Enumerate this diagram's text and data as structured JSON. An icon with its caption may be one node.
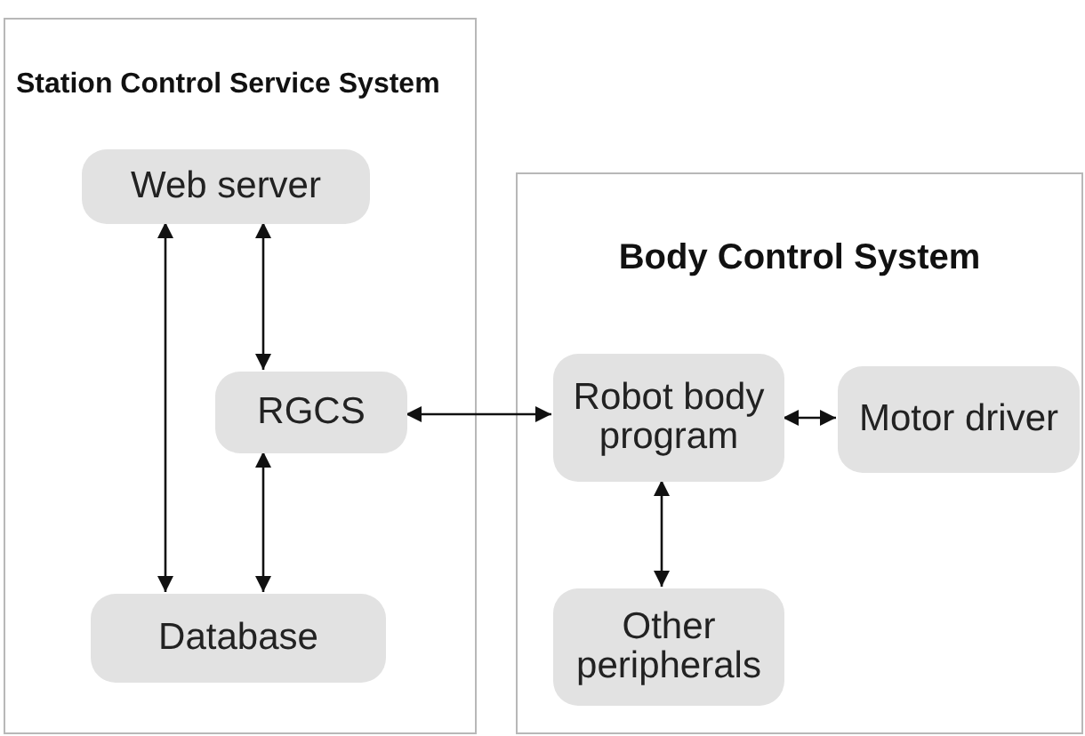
{
  "diagram": {
    "nodes": [
      {
        "text": [
          "Station Control Service System"
        ]
      },
      {
        "text": [
          "Web server"
        ],
        "in": 0
      },
      {
        "text": [
          "RGCS"
        ],
        "in": 0
      },
      {
        "text": [
          "Database"
        ],
        "in": 0
      },
      {
        "text": [
          "Body Control System"
        ]
      },
      {
        "text": [
          "Robot body program"
        ],
        "in": 4
      },
      {
        "text": [
          "Motor driver"
        ],
        "in": 4
      },
      {
        "text": [
          "Other peripherals"
        ],
        "in": 4
      }
    ],
    "edges": [
      {
        "from": 1,
        "to": 3,
        "arrow": "both"
      },
      {
        "from": 1,
        "to": 2,
        "arrow": "both"
      },
      {
        "from": 2,
        "to": 3,
        "arrow": "both"
      },
      {
        "from": 2,
        "to": 5,
        "arrow": "both"
      },
      {
        "from": 5,
        "to": 6,
        "arrow": "both"
      },
      {
        "from": 5,
        "to": 7,
        "arrow": "both"
      }
    ]
  }
}
